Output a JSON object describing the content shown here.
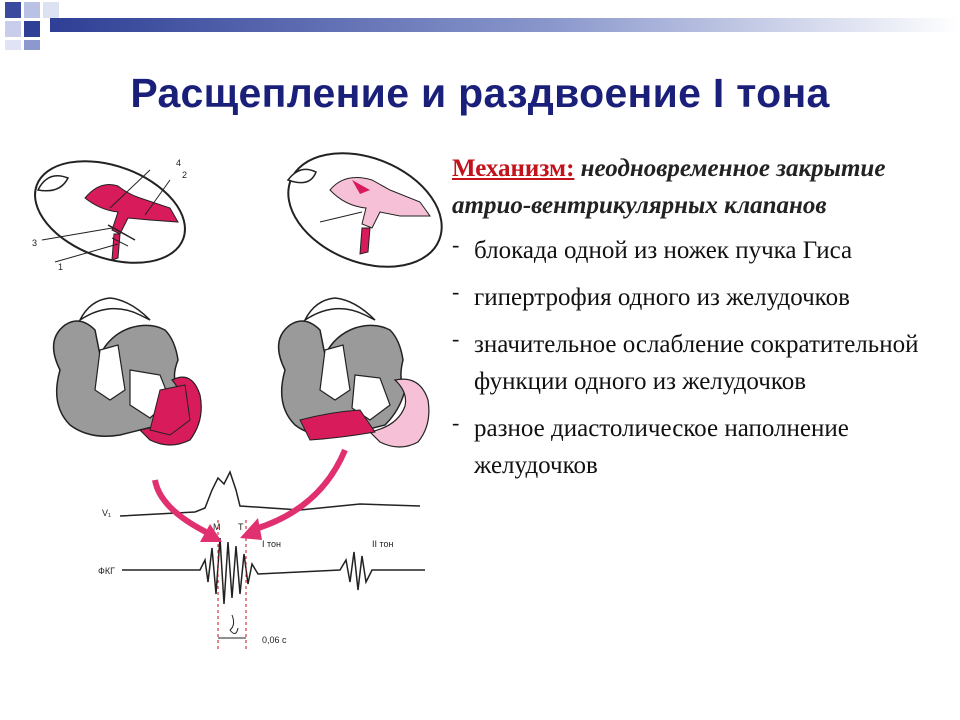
{
  "title": "Расщепление и раздвоение I тона",
  "mechanism": {
    "label": "Механизм:",
    "text": " неодновременное закрытие атрио-вентрикулярных клапанов"
  },
  "items": [
    {
      "dash": "-",
      "text": "блокада одной из ножек пучка Гиса"
    },
    {
      "dash": "-",
      "text": "гипертрофия одного из желудочков"
    },
    {
      "dash": "-",
      "text": "значительное ослабление сократительной функции одного из желудочков"
    },
    {
      "dash": "-",
      "text": "разное диастолическое наполнение желудочков"
    }
  ],
  "diagram_labels": {
    "num1": "1",
    "num2": "2",
    "num3": "3",
    "num4": "4",
    "v1": "V₁",
    "fkg": "ФКГ",
    "m": "М",
    "t": "Т",
    "tone1": "I тон",
    "tone2": "II тон",
    "interval": "0,06 с"
  },
  "colors": {
    "title": "#1a1f7a",
    "accent": "#c4121b",
    "heart_red": "#d81b5a",
    "corner": "#4a5aa8"
  }
}
